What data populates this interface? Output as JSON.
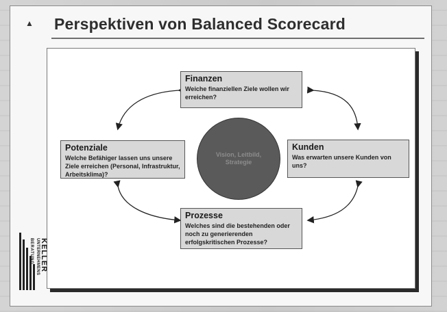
{
  "slide": {
    "title": "Perspektiven von Balanced Scorecard",
    "bullet": "▲"
  },
  "center": {
    "line1": "Vision, Leitbild,",
    "line2": "Strategie"
  },
  "boxes": {
    "finanzen": {
      "title": "Finanzen",
      "text": "Weiche finanziellen Ziele wollen wir erreichen?"
    },
    "potenziale": {
      "title": "Potenziale",
      "text": "Welche Befähiger lassen uns unsere Ziele erreichen (Personal, Infrastruktur, Arbeitsklima)?"
    },
    "kunden": {
      "title": "Kunden",
      "text": "Was erwarten unsere Kunden von uns?"
    },
    "prozesse": {
      "title": "Prozesse",
      "text": "Welches sind die bestehenden oder noch zu generierenden erfolgskritischen Prozesse?"
    }
  },
  "logo": {
    "line1": "KELLER",
    "line2": "UNTERNEHMENS",
    "line3": "BERATUNG"
  }
}
